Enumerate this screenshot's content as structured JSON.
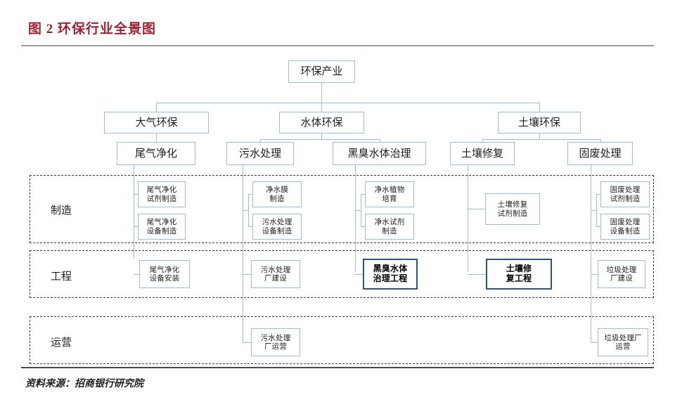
{
  "figure": {
    "title": "图 2  环保行业全景图",
    "source": "资料来源：招商银行研究院",
    "title_color": "#9d2235",
    "node_border_color": "#9dbcd8",
    "highlight_border_color": "#2f5572",
    "lane_border_color": "#3a3a3a"
  },
  "tree": {
    "root": {
      "label": "环保产业"
    },
    "level2": [
      {
        "label": "大气环保"
      },
      {
        "label": "水体环保"
      },
      {
        "label": "土壤环保"
      }
    ],
    "level3": [
      {
        "label": "尾气净化",
        "parent": "大气环保"
      },
      {
        "label": "污水处理",
        "parent": "水体环保"
      },
      {
        "label": "黑臭水体治理",
        "parent": "水体环保"
      },
      {
        "label": "土壤修复",
        "parent": "土壤环保"
      },
      {
        "label": "固废处理",
        "parent": "土壤环保"
      }
    ]
  },
  "lanes": [
    {
      "label": "制造",
      "nodes": [
        {
          "label": "尾气净化\n试剂制造",
          "parent": "尾气净化",
          "highlight": false
        },
        {
          "label": "尾气净化\n设备制造",
          "parent": "尾气净化",
          "highlight": false
        },
        {
          "label": "净水膜\n制造",
          "parent": "污水处理",
          "highlight": false
        },
        {
          "label": "污水处理\n设备制造",
          "parent": "污水处理",
          "highlight": false
        },
        {
          "label": "净水植物\n培育",
          "parent": "黑臭水体治理",
          "highlight": false
        },
        {
          "label": "净水试剂\n制造",
          "parent": "黑臭水体治理",
          "highlight": false
        },
        {
          "label": "土壤修复\n试剂制造",
          "parent": "土壤修复",
          "highlight": false
        },
        {
          "label": "固废处理\n试剂制造",
          "parent": "固废处理",
          "highlight": false
        },
        {
          "label": "固废处理\n设备制造",
          "parent": "固废处理",
          "highlight": false
        }
      ]
    },
    {
      "label": "工程",
      "nodes": [
        {
          "label": "尾气净化\n设备安装",
          "parent": "尾气净化",
          "highlight": false
        },
        {
          "label": "污水处理\n厂建设",
          "parent": "污水处理",
          "highlight": false
        },
        {
          "label": "黑臭水体\n治理工程",
          "parent": "黑臭水体治理",
          "highlight": true
        },
        {
          "label": "土壤修\n复工程",
          "parent": "土壤修复",
          "highlight": true
        },
        {
          "label": "垃圾处理\n厂建设",
          "parent": "固废处理",
          "highlight": false
        }
      ]
    },
    {
      "label": "运营",
      "nodes": [
        {
          "label": "污水处理\n厂运营",
          "parent": "污水处理",
          "highlight": false
        },
        {
          "label": "垃圾处理厂\n运营",
          "parent": "固废处理",
          "highlight": false
        }
      ]
    }
  ]
}
